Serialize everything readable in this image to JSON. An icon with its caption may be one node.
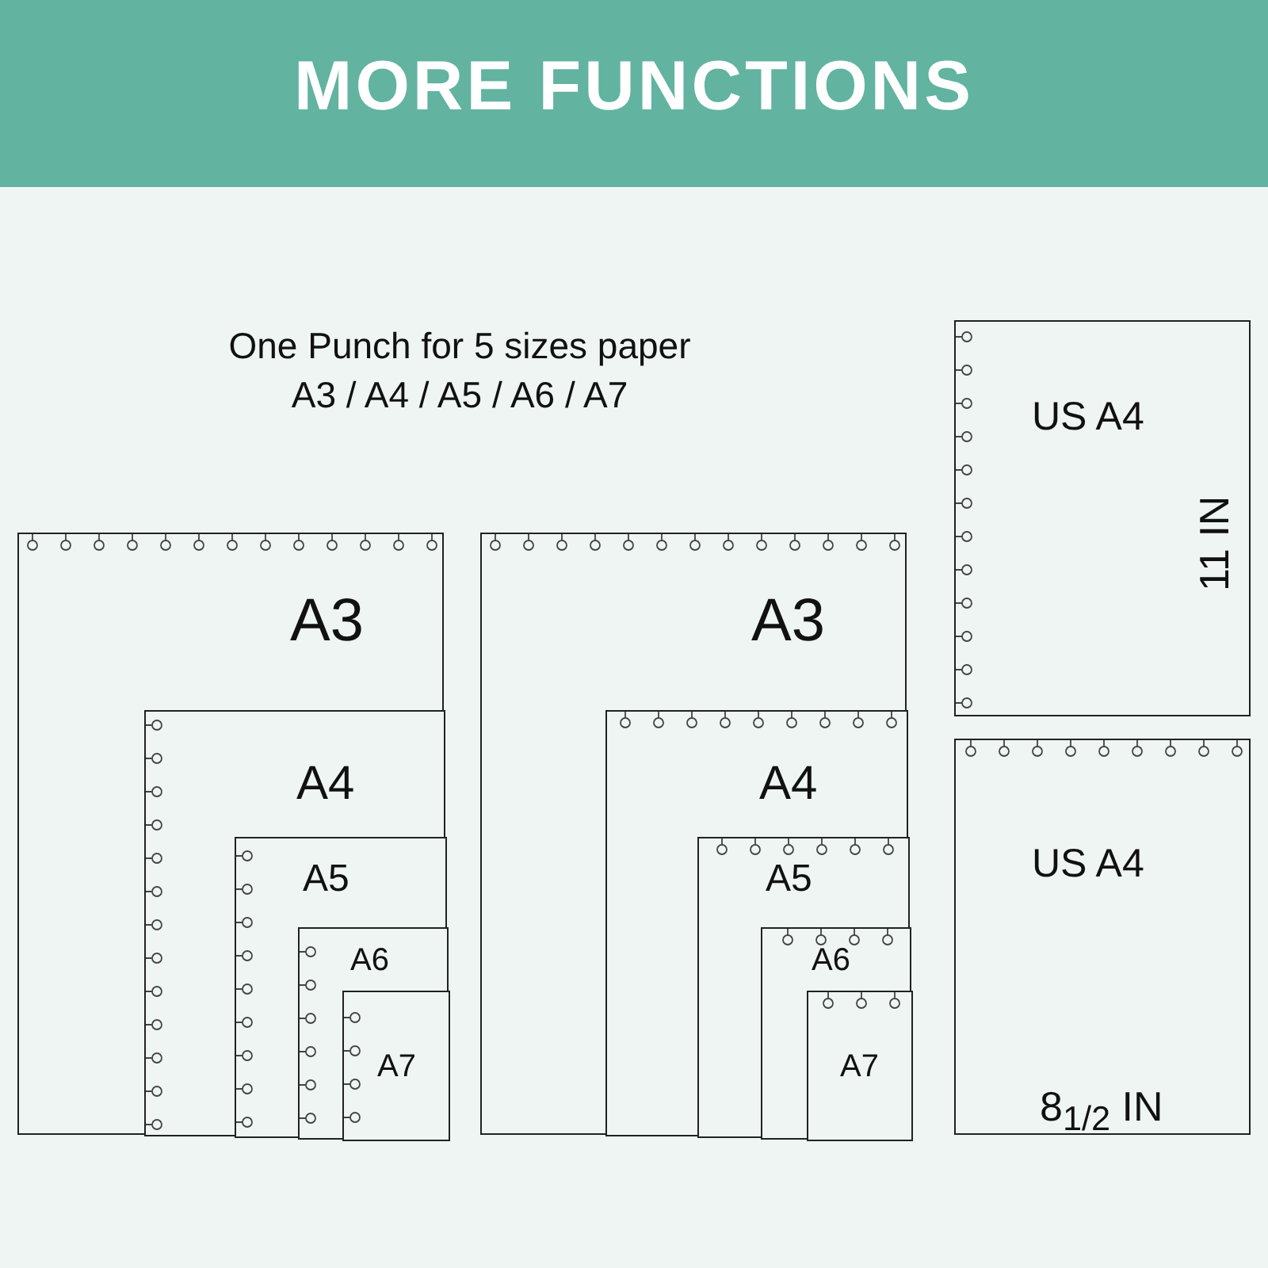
{
  "diagram": {
    "title": "MORE FUNCTIONS",
    "nodes": [
      {
        "text": [
          "A3"
        ]
      },
      {
        "text": [
          "A4"
        ],
        "in": 0
      },
      {
        "text": [
          "A5"
        ],
        "in": 1
      },
      {
        "text": [
          "A6"
        ],
        "in": 2
      },
      {
        "text": [
          "A7"
        ],
        "in": 3
      },
      {
        "text": [
          "A3"
        ]
      },
      {
        "text": [
          "A4"
        ],
        "in": 5
      },
      {
        "text": [
          "A5"
        ],
        "in": 6
      },
      {
        "text": [
          "A6"
        ],
        "in": 7
      },
      {
        "text": [
          "A7"
        ],
        "in": 8
      },
      {
        "text": [
          "US  A4",
          "11 IN"
        ]
      },
      {
        "text": [
          "US  A4",
          "8$_{1/2}$ IN"
        ]
      }
    ],
    "edges": [],
    "labels": [
      "One Punch for 5 sizes paper",
      "A3 / A4 / A5 / A6 / A7"
    ]
  }
}
